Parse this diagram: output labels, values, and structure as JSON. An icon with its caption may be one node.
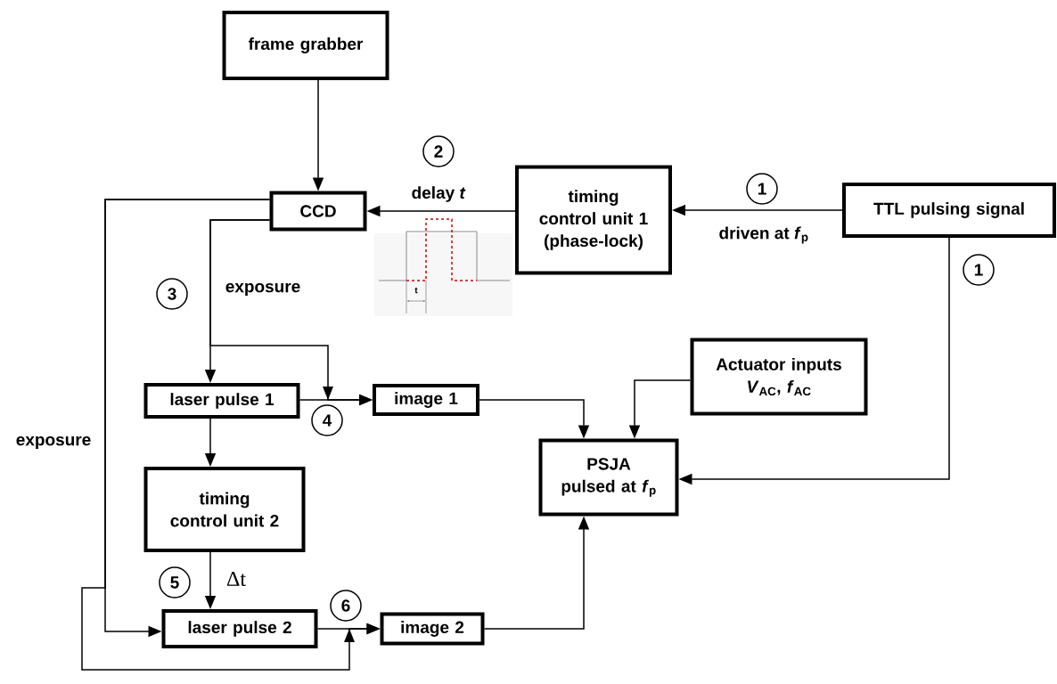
{
  "diagram": {
    "nodes": [
      {
        "text": [
          "frame grabber"
        ]
      },
      {
        "text": [
          "CCD"
        ]
      },
      {
        "text": [
          "timing control unit 1 (phase-lock)"
        ]
      },
      {
        "text": [
          "TTL pulsing signal"
        ]
      },
      {
        "text": [
          "laser pulse 1"
        ]
      },
      {
        "text": [
          "image 1"
        ]
      },
      {
        "text": [
          "Actuator inputs",
          "*V*$_{AC}$, *f*$_{AC}$"
        ]
      },
      {
        "text": [
          "PSJA pulsed at *f*$_{p}$"
        ]
      },
      {
        "text": [
          "timing control unit 2"
        ]
      },
      {
        "text": [
          "laser pulse 2"
        ]
      },
      {
        "text": [
          "image 2"
        ]
      }
    ],
    "edges": [
      {
        "from": 0,
        "to": 1,
        "arrow": "to"
      },
      {
        "from": 2,
        "to": 1,
        "arrow": "to",
        "label": "delay *t*"
      },
      {
        "from": 3,
        "to": 2,
        "arrow": "to",
        "label": "driven at *f*$_{p}$"
      },
      {
        "from": 3,
        "to": 7,
        "arrow": "to"
      },
      {
        "from": 1,
        "to": 4,
        "arrow": "to",
        "label": "exposure"
      },
      {
        "from": 1,
        "to": 5,
        "arrow": "to"
      },
      {
        "from": 4,
        "to": 5,
        "arrow": "to"
      },
      {
        "from": 4,
        "to": 8,
        "arrow": "to"
      },
      {
        "from": 5,
        "to": 7,
        "arrow": "to"
      },
      {
        "from": 6,
        "to": 7,
        "arrow": "to"
      },
      {
        "from": 8,
        "to": 9,
        "arrow": "to",
        "label": "Δt"
      },
      {
        "from": 1,
        "to": 9,
        "arrow": "to",
        "label": "exposure"
      },
      {
        "from": 1,
        "to": 10,
        "arrow": "to"
      },
      {
        "from": 9,
        "to": 10,
        "arrow": "to"
      },
      {
        "from": 10,
        "to": 7,
        "arrow": "to"
      }
    ],
    "labels": [
      "2",
      "1",
      "1",
      "t",
      "3",
      "4",
      "5",
      "6"
    ]
  }
}
